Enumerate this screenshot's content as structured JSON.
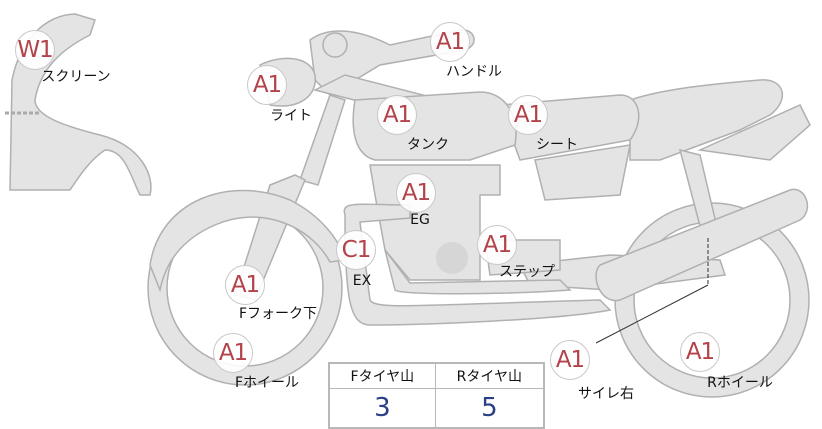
{
  "parts": [
    {
      "code": "W1",
      "label": "スクリーン"
    },
    {
      "code": "A1",
      "label": "ハンドル"
    },
    {
      "code": "A1",
      "label": "ライト"
    },
    {
      "code": "A1",
      "label": "タンク"
    },
    {
      "code": "A1",
      "label": "シート"
    },
    {
      "code": "A1",
      "label": "EG"
    },
    {
      "code": "C1",
      "label": "EX"
    },
    {
      "code": "A1",
      "label": "ステップ"
    },
    {
      "code": "A1",
      "label": "Fフォーク下"
    },
    {
      "code": "A1",
      "label": "Fホイール"
    },
    {
      "code": "A1",
      "label": "サイレ右"
    },
    {
      "code": "A1",
      "label": "Rホイール"
    }
  ],
  "tread_table": {
    "headers": [
      "Fタイヤ山",
      "Rタイヤ山"
    ],
    "values": [
      "3",
      "5"
    ]
  },
  "colors": {
    "grade_text": "#b3424a",
    "value_text": "#2b3f86",
    "body_fill": "#e4e4e4",
    "body_stroke": "#b0b0b0"
  }
}
